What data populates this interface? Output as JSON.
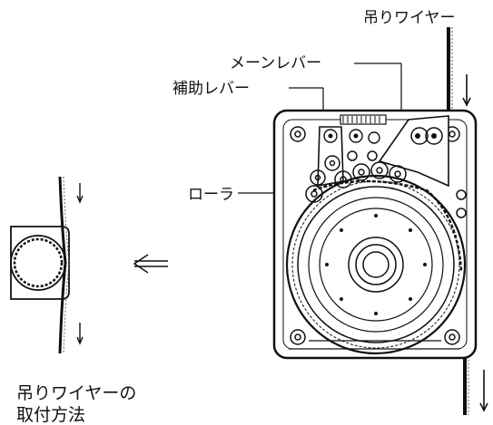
{
  "labels": {
    "hanging_wire": "吊りワイヤー",
    "main_lever": "メーンレバー",
    "aux_lever": "補助レバー",
    "roller": "ローラ",
    "mount_line1": "吊りワイヤーの",
    "mount_line2": "取付方法"
  },
  "colors": {
    "ink": "#111111",
    "background": "#ffffff"
  }
}
